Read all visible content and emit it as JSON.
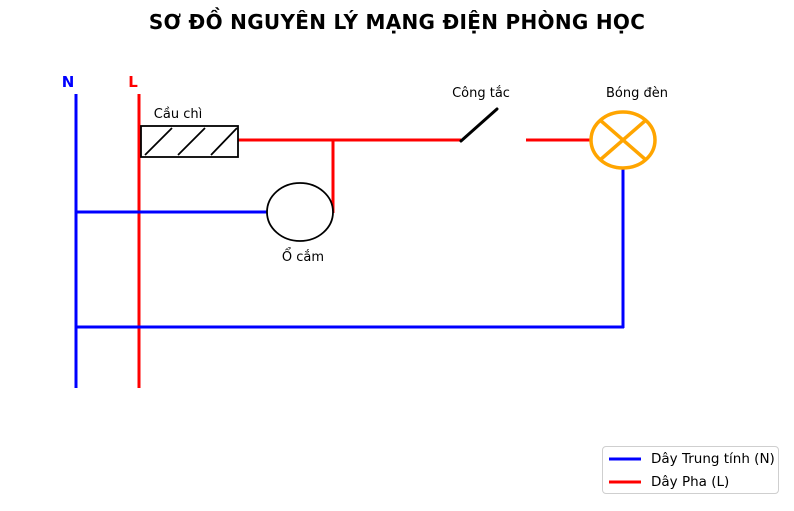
{
  "title": "SƠ ĐỒ NGUYÊN LÝ MẠNG ĐIỆN PHÒNG HỌC",
  "labels": {
    "neutral_wire": "N",
    "phase_wire": "L",
    "fuse": "Cầu chì",
    "switch": "Công tắc",
    "lamp": "Bóng đèn",
    "socket": "Ổ cắm"
  },
  "legend": {
    "items": [
      {
        "label": "Dây Trung tính (N)",
        "color": "#0000ff"
      },
      {
        "label": "Dây Pha (L)",
        "color": "#ff0000"
      }
    ]
  },
  "colors": {
    "neutral": "#0000ff",
    "phase": "#ff0000",
    "lamp": "#ffa500",
    "symbol": "#000000"
  }
}
